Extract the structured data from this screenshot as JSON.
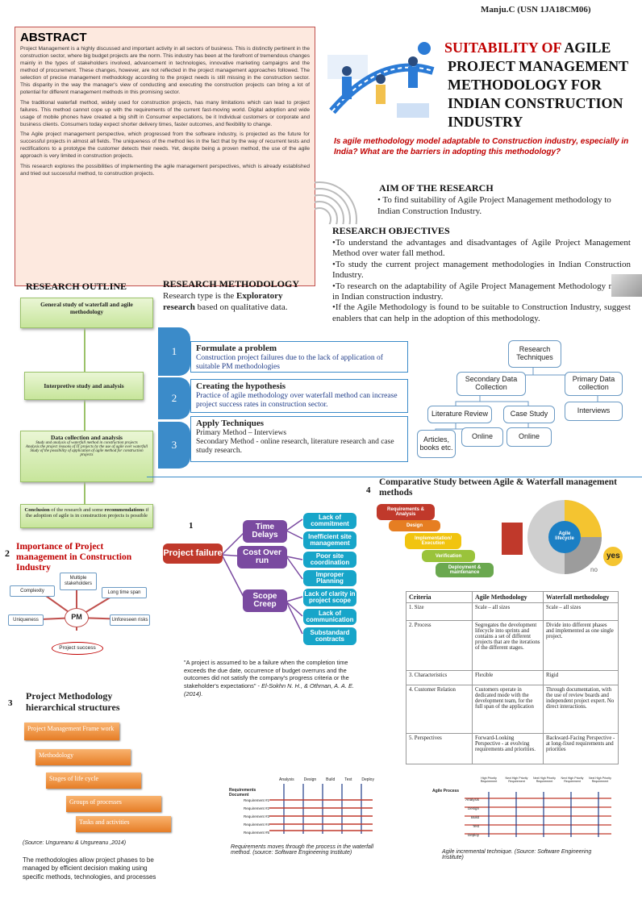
{
  "author": "Manju.C   (USN 1JA18CM06)",
  "abstract": {
    "heading": "ABSTRACT",
    "p1": "Project Management is a highly discussed and important activity in all sectors of business. This is distinctly pertinent in the construction sector, where big budget projects are the norm. This industry has been at the forefront of tremendous changes mainly in the types of stakeholders involved, advancement in technologies, innovative marketing campaigns and the method of procurement. These changes, however, are not reflected in the project management approaches followed. The selection of precise management methodology according to the project needs is still missing in the construction sector. This disparity in the way the manager's view of conducting and executing the construction projects can bring a lot of potential for different management methods in this promising sector.",
    "p2": "The traditional waterfall method, widely used for construction projects, has many limitations which can lead to project failures. This method cannot cope up with the requirements of the current fast-moving world. Digital adoption and wide usage of mobile phones have created a big shift in Consumer expectations, be it Individual customers or corporate and business clients. Consumers today expect shorter delivery times, faster outcomes, and flexibility to change.",
    "p3": "The Agile project management perspective, which progressed from the software industry, is projected as the future for successful projects in almost all fields. The uniqueness of the method lies in the fact that by the way of recurrent tests and rectifications to a prototype the customer detects their needs. Yet, despite being a proven method, the use of the agile approach is very limited in construction projects.",
    "p4": "This research explores the possibilities of implementing the agile management perspectives, which is already established and tried out successful method, to construction projects."
  },
  "title": {
    "red": "SUITABILITY OF ",
    "l1": "AGILE",
    "l2": "PROJECT MANAGEMENT",
    "l3": "METHODOLOGY FOR",
    "l4": "INDIAN CONSTRUCTION",
    "l5": "INDUSTRY"
  },
  "question": "Is agile methodology model adaptable to Construction industry, especially in India? What are the barriers in adopting this methodology?",
  "aim": {
    "heading": "AIM OF THE RESEARCH",
    "text": "• To find suitability of Agile Project Management methodology to Indian Construction Industry."
  },
  "objectives": {
    "heading": "RESEARCH OBJECTIVES",
    "items": [
      "•To understand the advantages and disadvantages of Agile Project Management Method over water fall method.",
      "•To study the current project management methodologies in Indian Construction Industry.",
      "•To research on the adaptability of Agile Project Management Methodology model in Indian construction industry.",
      "•If the Agile Methodology is found to be suitable to Construction Industry, suggest enablers that can help in the adoption of this methodology."
    ]
  },
  "outline": {
    "heading": "RESEARCH OUTLINE",
    "b1": "General study of waterfall and agile methodology",
    "b2": "Interpretive study and analysis",
    "b3": "Data collection and analysis",
    "b3a": "Study and analysis of waterfall method in construction projects",
    "b3b": "Analysis the project reasons of IT projects by the use of agile over waterfall",
    "b3c": "Study of the possibility of application of agile method for construction projects",
    "b4a": "Conclusion",
    "b4b": " of the research and some ",
    "b4c": "recommendations",
    "b4d": " if the adoption of agile is in construction projects is possible"
  },
  "methodology": {
    "heading": "RESEARCH METHODOLOGY",
    "l1": "Research type is the ",
    "l1b": "Exploratory",
    "l2": "research",
    "l2b": " based on qualitative data.",
    "steps": [
      {
        "n": "1",
        "title": "Formulate a problem",
        "lines": [
          "Construction project failures due to the lack of application of  suitable PM methodologies"
        ]
      },
      {
        "n": "2",
        "title": "Creating the hypothesis",
        "lines": [
          "Practice of agile methodology over waterfall method can increase project success rates in construction sector."
        ]
      },
      {
        "n": "3",
        "title": "Apply Techniques",
        "lines": [
          "Primary Method – Interviews",
          "Secondary Method - online research, literature research and case study research."
        ]
      }
    ]
  },
  "techniques": {
    "root": "Research Techniques",
    "secondary": "Secondary  Data Collection",
    "primary": "Primary Data collection",
    "lit": "Literature Review",
    "case": "Case Study",
    "interviews": "Interviews",
    "articles": "Articles, books etc.",
    "online1": "Online",
    "online2": "Online"
  },
  "sec1": {
    "num": "1",
    "failure": "Project failure",
    "time": "Time Delays",
    "cost": "Cost Over run",
    "scope": "Scope Creep",
    "causes": [
      "Lack of commitment",
      "Inefficient site management",
      "Poor site coordination",
      "Improper Planning",
      "Lack of clarity in project scope",
      "Lack of communication",
      "Substandard contracts"
    ],
    "quote": "\"A project is assumed to be a failure when the completion time exceeds the due date, occurrence of budget overruns and the outcomes did not satisfy the company's progress criteria or the stakeholder's expectations\" - ",
    "cite": "El-Sokhn N. H., & Othman, A. A. E. (2014)."
  },
  "sec2": {
    "num": "2",
    "heading": "Importance of Project management in Construction Industry",
    "pm": "PM",
    "nodes": [
      "Complexity",
      "Multiple stakeholders",
      "Long time span",
      "Uniqueness",
      "Unforeseen risks"
    ],
    "success": "Project success"
  },
  "sec3": {
    "num": "3",
    "heading": "Project Methodology hierarchical structures",
    "steps": [
      "Project Management Frame work",
      "Methodology",
      "Stages of life cycle",
      "Groups of processes",
      "Tasks and activities"
    ],
    "source": "(Source: Ungureanu & Ungureanu ,2014)",
    "note": "The methodologies allow project phases to be managed by efficient decision making using specific methods, technologies, and processes"
  },
  "sec4": {
    "num": "4",
    "heading": "Comparative Study between Agile & Waterfall management methods",
    "waterfall": [
      "Requirements & Analysis",
      "Design",
      "Implementation/ Execution",
      "Verification",
      "Deployment & maintenance"
    ],
    "agile_center": "Agile lifecycle",
    "yes": "yes",
    "no": "no",
    "table": {
      "headers": [
        "Criteria",
        "Agile Methodology",
        "Waterfall methodology"
      ],
      "rows": [
        [
          "1.    Size",
          "Scale – all sizes",
          "Scale – all sizes"
        ],
        [
          "2.    Process",
          "Segregates the development lifecycle into sprints and contains a set of different projects that are the iterations of the different stages.",
          "Divide into different phases and implemented as one single project."
        ],
        [
          "3.    Characteristics",
          "Flexible",
          "Rigid"
        ],
        [
          "4.    Customer Relation",
          "Customers operate in dedicated mode with the development team, for the full span of the application",
          "Through documentation, with the use of review boards and independent project expert. No direct interactions."
        ],
        [
          "5.    Perspectives",
          "Forward-Looking Perspective - at evolving requirements and priorities.",
          "Backward-Facing Perspective -  at long-fixed requirements and priorities"
        ]
      ]
    },
    "wf_phases": [
      "Analysis",
      "Design",
      "Build",
      "Test",
      "Deploy"
    ],
    "wf_req": "Requirements Document",
    "wf_rows": [
      "Requirement #1",
      "Requirement #2",
      "Requirement #3",
      "Requirement #4",
      "Requirement #5"
    ],
    "ag_label": "Agile Process",
    "ag_rows": [
      "Analysis",
      "Design",
      "Build",
      "Test",
      "Deploy"
    ],
    "ag_cols": [
      "High Priority Requirement",
      "Next High Priority Requirement",
      "Next High Priority Requirement",
      "Next High Priority Requirement",
      "Next High Priority Requirement"
    ],
    "cap1": "Requirements moves through the process in the waterfall method. (source: Software Engineering Institute)",
    "cap2": "Agile incremental technique. (Source: Software Engineering Institute)"
  },
  "colors": {
    "red": "#c00000",
    "blue": "#3b8bc9",
    "cyan": "#17a5c9",
    "purple": "#7a4aa0",
    "orange": "#e67d26"
  }
}
